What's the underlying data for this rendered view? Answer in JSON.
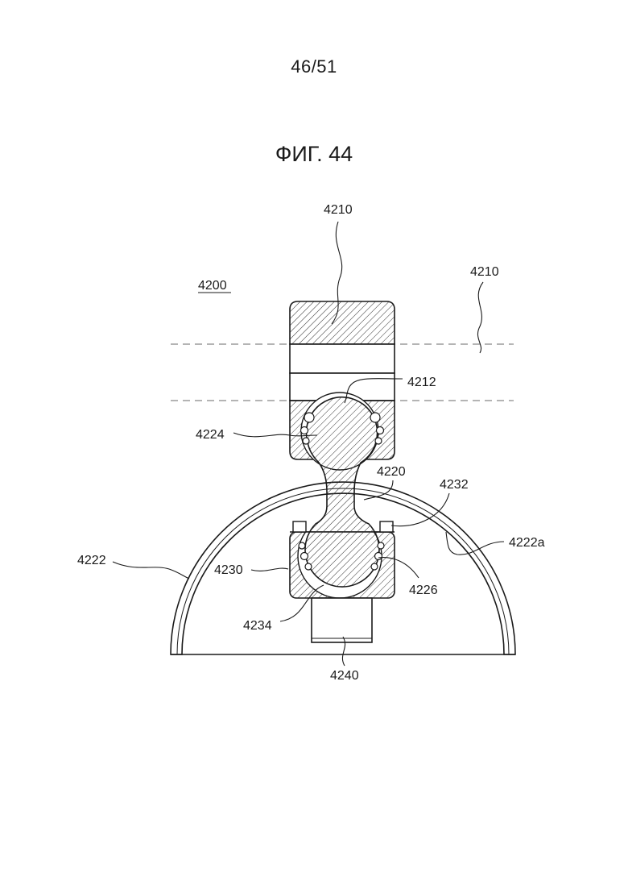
{
  "page_number": "46/51",
  "figure_title": "ФИГ. 44",
  "labels": {
    "assembly": "4200",
    "ring_top": "4210",
    "ring_side": "4210",
    "socket_upper": "4212",
    "balls_upper": "4224",
    "link_rod": "4220",
    "retainer": "4232",
    "dome_inner": "4222a",
    "dome": "4222",
    "socket_lower": "4230",
    "balls_lower": "4226",
    "socket_seat": "4234",
    "post": "4240"
  }
}
